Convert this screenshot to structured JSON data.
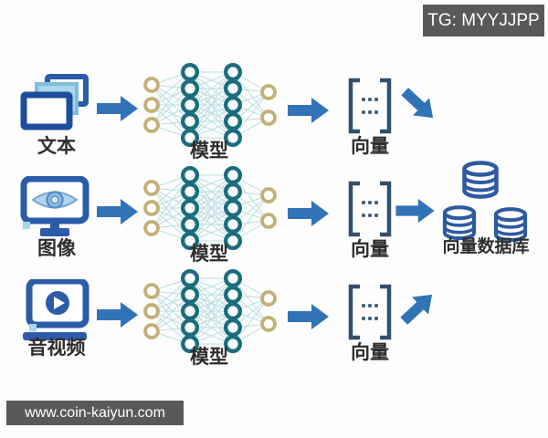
{
  "badges": {
    "top_right": "TG: MYYJJPP",
    "bottom_left": "www.coin-kaiyun.com",
    "bg_color": "#595959",
    "text_color": "#ffffff"
  },
  "colors": {
    "arrow": "#3273b8",
    "icon_primary": "#2c5ba8",
    "icon_dark": "#1d4e9b",
    "icon_light": "#a9d6e8",
    "network_hidden_ring": "#1a6d7d",
    "network_io_ring": "#c4b077",
    "network_link": "#b9dde1",
    "bracket": "#32506e",
    "database": "#2e5aa0",
    "label": "#2e2e2e"
  },
  "network": {
    "layers": [
      3,
      5,
      5,
      2
    ]
  },
  "rows": [
    {
      "source_label": "文本",
      "source_icon": "documents-icon",
      "model_label": "模型",
      "vector_label": "向量",
      "out_arrow": "down-right"
    },
    {
      "source_label": "图像",
      "source_icon": "eye-monitor-icon",
      "model_label": "模型",
      "vector_label": "向量",
      "out_arrow": "right"
    },
    {
      "source_label": "音视频",
      "source_icon": "video-player-icon",
      "model_label": "模型",
      "vector_label": "向量",
      "out_arrow": "up-right"
    }
  ],
  "database": {
    "label": "向量数据库"
  }
}
